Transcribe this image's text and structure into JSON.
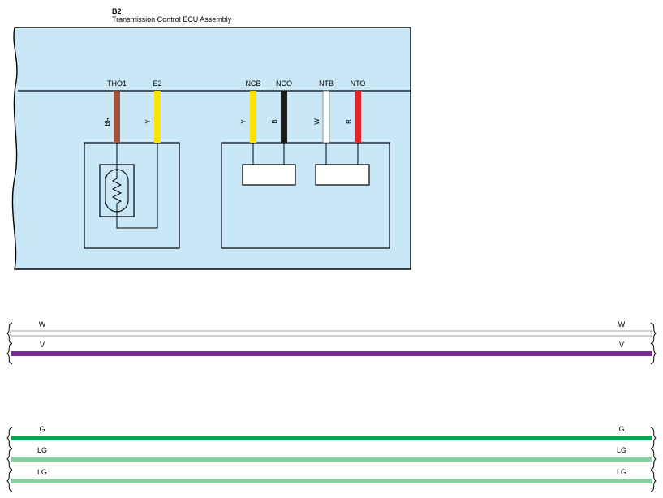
{
  "ecu": {
    "code": "B2",
    "name": "Transmission Control ECU Assembly",
    "fill_color": "#c9e7f7"
  },
  "pins": [
    {
      "id": "tho1",
      "label": "THO1",
      "wire": "BR",
      "color": "#a0523c"
    },
    {
      "id": "e2",
      "label": "E2",
      "wire": "Y",
      "color": "#ffe100"
    },
    {
      "id": "ncb",
      "label": "NCB",
      "wire": "Y",
      "color": "#ffe100"
    },
    {
      "id": "nco",
      "label": "NCO",
      "wire": "B",
      "color": "#1a1a1a"
    },
    {
      "id": "ntb",
      "label": "NTB",
      "wire": "W",
      "color": "#ffffff"
    },
    {
      "id": "nto",
      "label": "NTO",
      "wire": "R",
      "color": "#e3242b"
    }
  ],
  "components": [
    {
      "id": "thermistor",
      "icon": "thermistor-icon"
    },
    {
      "id": "speed-sensor-ncb-nco",
      "icon": "sensor-block"
    },
    {
      "id": "speed-sensor-ntb-nto",
      "icon": "sensor-block"
    }
  ],
  "harness_wires": [
    {
      "id": "w",
      "label_left": "W",
      "label_right": "W",
      "color": "#ffffff"
    },
    {
      "id": "v",
      "label_left": "V",
      "label_right": "V",
      "color": "#7a2c95"
    },
    {
      "id": "g",
      "label_left": "G",
      "label_right": "G",
      "color": "#00a651"
    },
    {
      "id": "lg1",
      "label_left": "LG",
      "label_right": "LG",
      "color": "#86cfa0"
    },
    {
      "id": "lg2",
      "label_left": "LG",
      "label_right": "LG",
      "color": "#86cfa0"
    }
  ]
}
